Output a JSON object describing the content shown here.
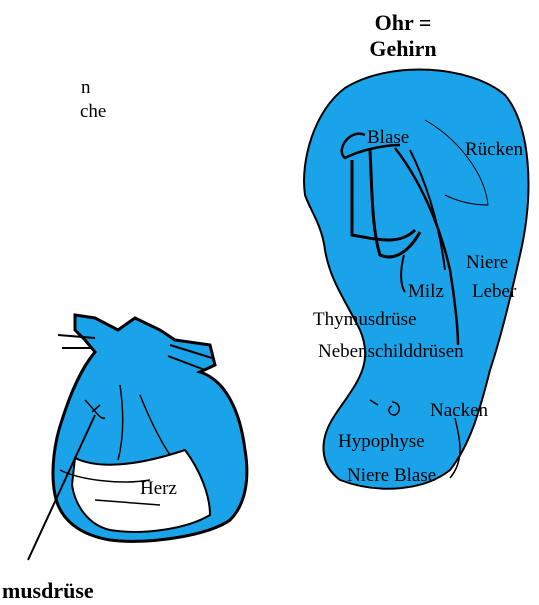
{
  "colors": {
    "organ_fill": "#1aa3e8",
    "outline": "#000000",
    "heart_inner": "#ffffff"
  },
  "left_fragment": {
    "line1": "n",
    "line2": "che"
  },
  "ear": {
    "title_line1": "Ohr =",
    "title_line2": "Gehirn",
    "labels": {
      "blase": "Blase",
      "ruecken": "Rücken",
      "niere": "Niere",
      "milz": "Milz",
      "leber": "Leber",
      "thymusdruese": "Thymusdrüse",
      "nebenschilddruesen": "Nebenschilddrüsen",
      "nacken": "Nacken",
      "hypophyse": "Hypophyse",
      "niere_blase": "Niere Blase"
    }
  },
  "heart": {
    "label": "Herz",
    "pointer_label": "musdrüse"
  }
}
